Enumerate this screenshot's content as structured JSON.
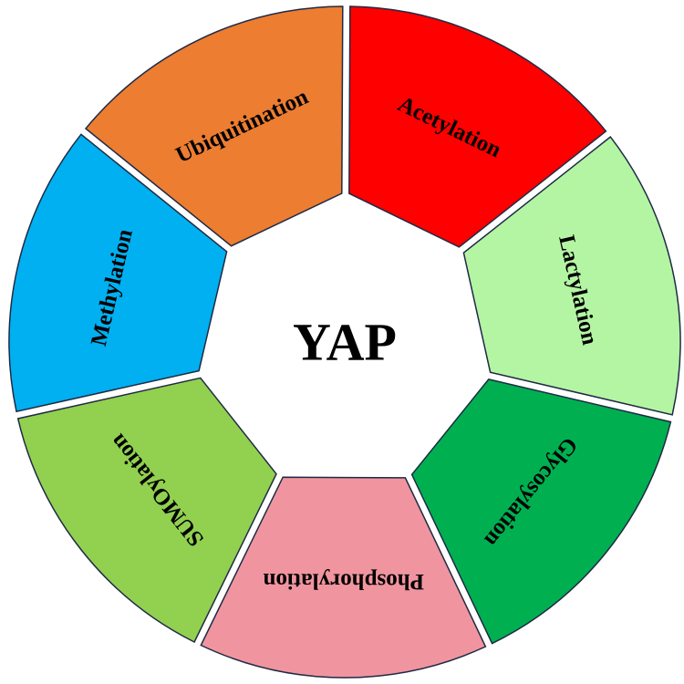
{
  "center": {
    "label": "YAP"
  },
  "segments": [
    {
      "label": "Acetylation",
      "color": "#ff0000"
    },
    {
      "label": "Lactylation",
      "color": "#b3f5a3"
    },
    {
      "label": "Glycosylation",
      "color": "#00b050"
    },
    {
      "label": "Phosphorylation",
      "color": "#f0959f"
    },
    {
      "label": "SUMOylation",
      "color": "#92d050"
    },
    {
      "label": "Methylation",
      "color": "#00b0f0"
    },
    {
      "label": "Ubiquitination",
      "color": "#ed7d31"
    }
  ]
}
